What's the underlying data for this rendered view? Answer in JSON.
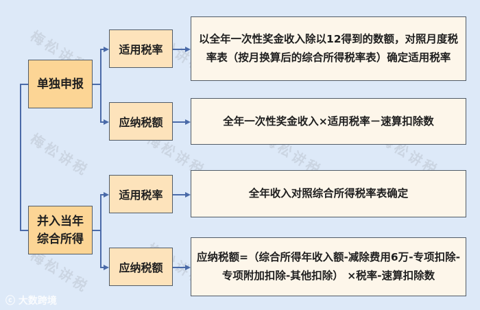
{
  "diagram": {
    "root_connector": "vertical",
    "branches": [
      {
        "label": "单独申报",
        "children": [
          {
            "label": "适用税率",
            "detail": "以全年一次性奖金收入除以12得到的数额，对照月度税率表（按月换算后的综合所得税率表）确定适用税率"
          },
          {
            "label": "应纳税额",
            "detail": "全年一次性奖金收入×适用税率－速算扣除数"
          }
        ]
      },
      {
        "label": "并入当年综合所得",
        "label_lines": [
          "并入当年",
          "综合所得"
        ],
        "children": [
          {
            "label": "适用税率",
            "detail": "全年收入对照综合所得税率表确定"
          },
          {
            "label": "应纳税额",
            "detail": "应纳税额=（综合所得年收入额-减除费用6万-专项扣除-专项附加扣除-其他扣除） ×税率-速算扣除数"
          }
        ]
      }
    ]
  },
  "watermarks": {
    "text": "梅松讲税",
    "brand": "大数跨境"
  },
  "colors": {
    "background": "#dde9f8",
    "level1": "#fcd595",
    "level2": "#fde3bb",
    "level3": "#fdf6ea",
    "connector": "#4a6aa8"
  }
}
